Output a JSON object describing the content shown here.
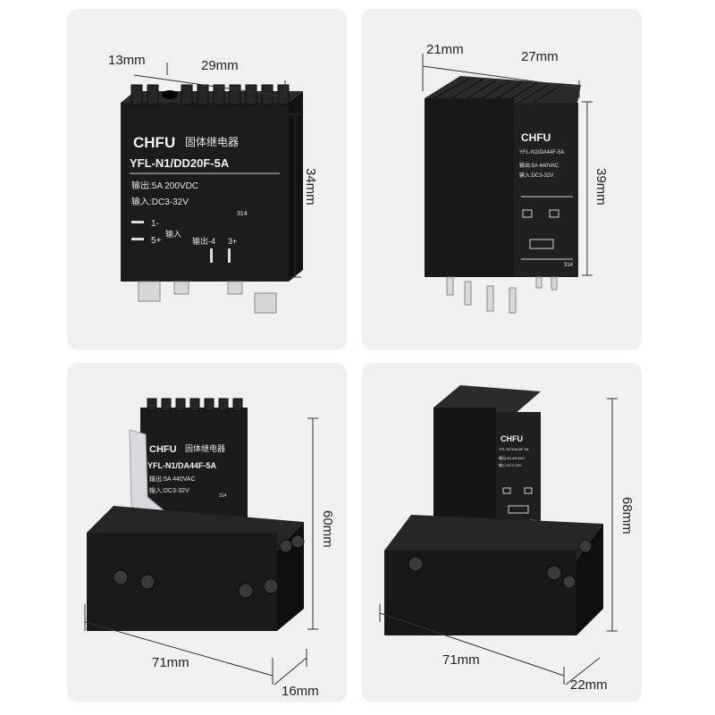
{
  "panels": [
    {
      "dims": {
        "depth": "13mm",
        "width": "29mm",
        "height": "34mm"
      },
      "label": {
        "brand": "CHFU",
        "title_cn": "固体继电器",
        "model": "YFL-N1/DD20F-5A",
        "output": "输出:5A 200VDC",
        "input": "输入:DC3-32V",
        "code": "314",
        "term_1": "1-",
        "term_5": "5+",
        "term_in": "输入",
        "term_out": "输出",
        "term_4": "-4",
        "term_3": "3+"
      }
    },
    {
      "dims": {
        "depth": "21mm",
        "width": "27mm",
        "height": "39mm"
      },
      "label": {
        "brand": "CHFU",
        "model": "YFL-N2/DA44F-5A",
        "output": "输出:5A 440VAC",
        "input": "输入:DC3-32V",
        "code": "314"
      }
    },
    {
      "dims": {
        "height": "60mm",
        "width": "71mm",
        "depth": "16mm"
      },
      "label": {
        "brand": "CHFU",
        "title_cn": "固体继电器",
        "model": "YFL-N1/DA44F-5A",
        "output": "输出:5A 440VAC",
        "input": "输入:DC3-32V",
        "code": "314"
      }
    },
    {
      "dims": {
        "height": "68mm",
        "width": "71mm",
        "depth": "22mm"
      },
      "label": {
        "brand": "CHFU",
        "model": "YFL-N2/DA44F-5A",
        "output": "输出:5A 440VAC",
        "input": "输入:DC3-32V",
        "code": "314"
      }
    }
  ]
}
